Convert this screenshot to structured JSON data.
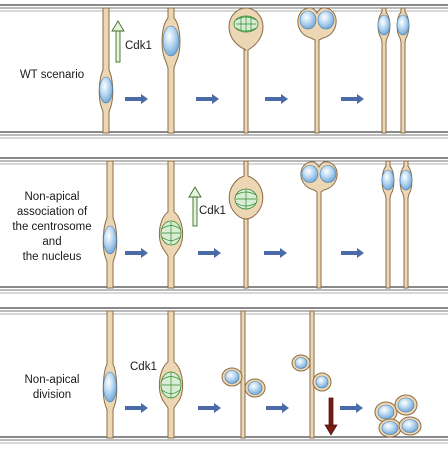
{
  "panels": [
    {
      "id": "wt",
      "label_lines": [
        "WT scenario"
      ],
      "cdk1_label": "Cdk1",
      "cdk1_arrow": "up",
      "stages": [
        "interkinetic-nuclear-migration",
        "apical-nucleus",
        "apical-mitosis",
        "cytokinesis",
        "daughter-cells"
      ]
    },
    {
      "id": "non-apical-association",
      "label_lines": [
        "Non-apical",
        "association of",
        "the centrosome",
        "and",
        "the nucleus"
      ],
      "cdk1_label": "Cdk1",
      "cdk1_arrow": "up",
      "stages": [
        "basal-nucleus",
        "subapical-mitosis",
        "rounded-mitosis",
        "apical-division",
        "daughter-cells"
      ]
    },
    {
      "id": "non-apical-division",
      "label_lines": [
        "Non-apical",
        "division"
      ],
      "cdk1_label": "Cdk1",
      "cdk1_arrow": "down",
      "stages": [
        "basal-nucleus",
        "subapical-mitosis",
        "basal-division",
        "detached-daughters",
        "cell-cluster"
      ]
    }
  ],
  "colors": {
    "cell_fill": "#ecd6b4",
    "cell_outline": "#8b6d48",
    "nucleus": "#9cc8ec",
    "spindle": "#2e8a2e",
    "cdk1_up_arrow": "#3d6e2a",
    "cdk1_down_arrow": "#7a1a14",
    "progress_arrow": "#4a6aa8",
    "panel_border": "#555555"
  }
}
